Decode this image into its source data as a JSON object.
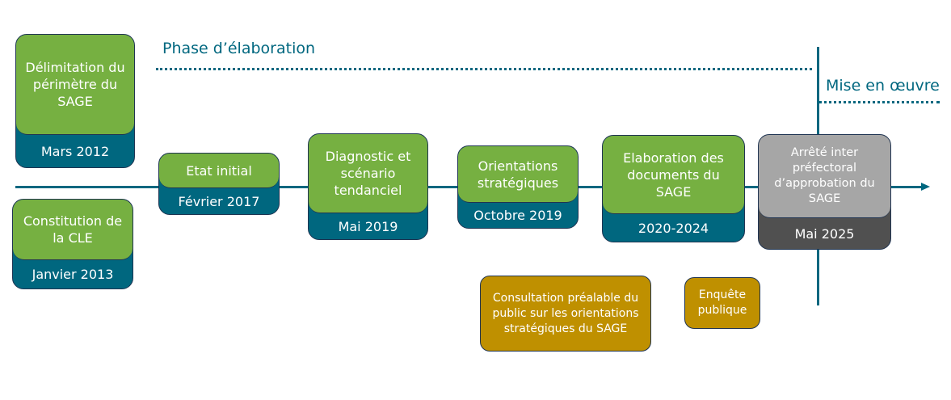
{
  "phases": {
    "elaboration": "Phase d’élaboration",
    "mise_en_oeuvre": "Mise en œuvre"
  },
  "steps": [
    {
      "title": "Délimitation du périmètre du SAGE",
      "date": "Mars 2012"
    },
    {
      "title": "Constitution de la CLE",
      "date": "Janvier 2013"
    },
    {
      "title": "Etat initial",
      "date": "Février 2017"
    },
    {
      "title": "Diagnostic et scénario tendanciel",
      "date": "Mai 2019"
    },
    {
      "title": "Orientations stratégiques",
      "date": "Octobre 2019"
    },
    {
      "title": "Elaboration des documents du SAGE",
      "date": "2020-2024"
    },
    {
      "title": "Arrêté inter préfectoral d’approbation du SAGE",
      "date": "Mai 2025"
    }
  ],
  "consultations": [
    {
      "title": "Consultation préalable du public sur les orientations stratégiques du SAGE"
    },
    {
      "title": "Enquête publique"
    }
  ],
  "colors": {
    "green": "#76b041",
    "teal": "#00677f",
    "gold": "#bf9000",
    "gray": "#a6a6a6",
    "dark_gray": "#505050"
  }
}
